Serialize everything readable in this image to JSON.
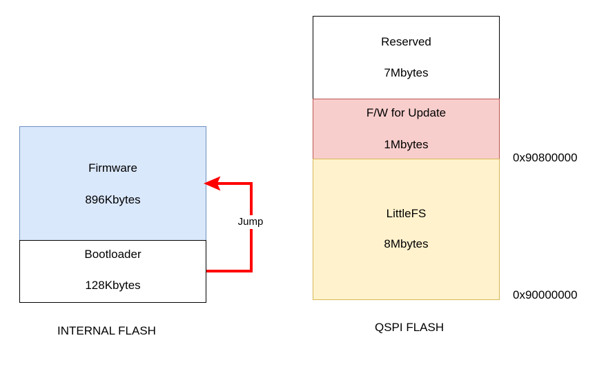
{
  "internal_flash": {
    "caption": "INTERNAL FLASH",
    "firmware": {
      "name": "Firmware",
      "size": "896Kbytes"
    },
    "bootloader": {
      "name": "Bootloader",
      "size": "128Kbytes"
    }
  },
  "qspi_flash": {
    "caption": "QSPI FLASH",
    "reserved": {
      "name": "Reserved",
      "size": "7Mbytes"
    },
    "fw_update": {
      "name": "F/W for Update",
      "size": "1Mbytes"
    },
    "littlefs": {
      "name": "LittleFS",
      "size": "8Mbytes"
    },
    "address_top": "0x90800000",
    "address_bottom": "0x90000000"
  },
  "arrow": {
    "label": "Jump",
    "color": "#ff0000"
  },
  "colors": {
    "firmware_fill": "#dae8fc",
    "firmware_border": "#6c8ebf",
    "fw_update_fill": "#f8cecc",
    "fw_update_border": "#b85450",
    "littlefs_fill": "#fff2cc",
    "littlefs_border": "#d6b656"
  }
}
